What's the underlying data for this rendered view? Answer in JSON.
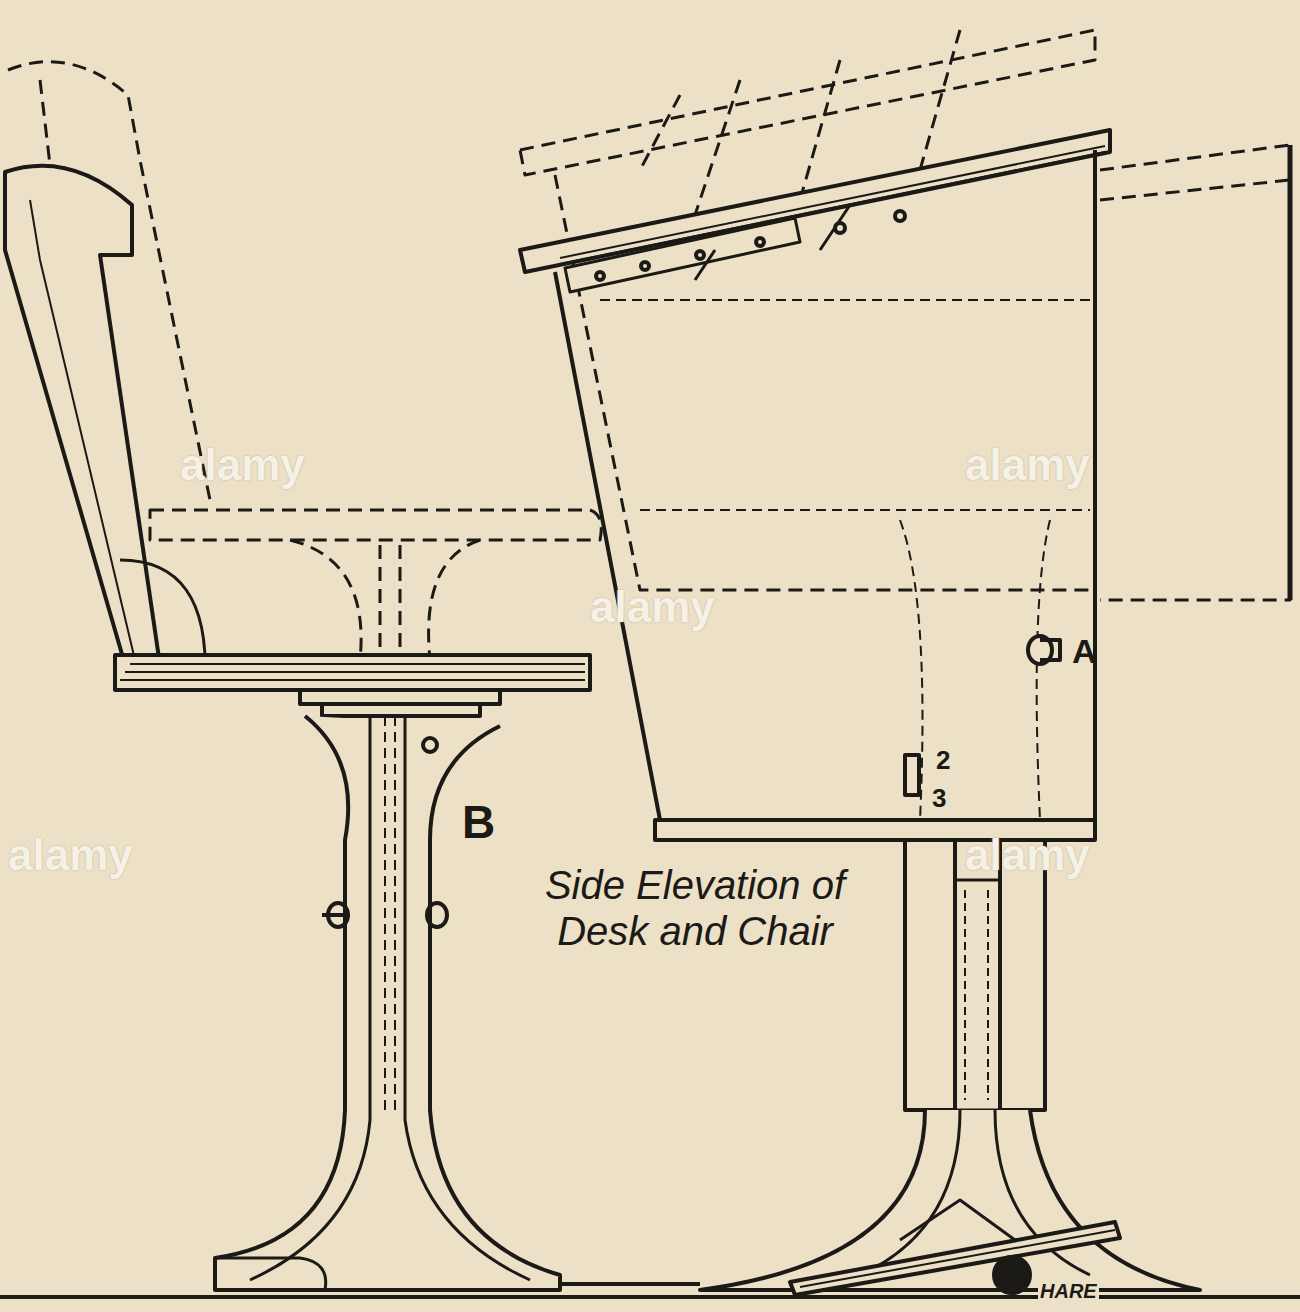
{
  "diagram": {
    "caption": "Side Elevation of Desk and Chair",
    "labels": [
      "A",
      "B",
      "2",
      "3",
      "HARE",
      "alamy",
      "alamy",
      "alamy",
      "alamy",
      "alamy"
    ]
  }
}
